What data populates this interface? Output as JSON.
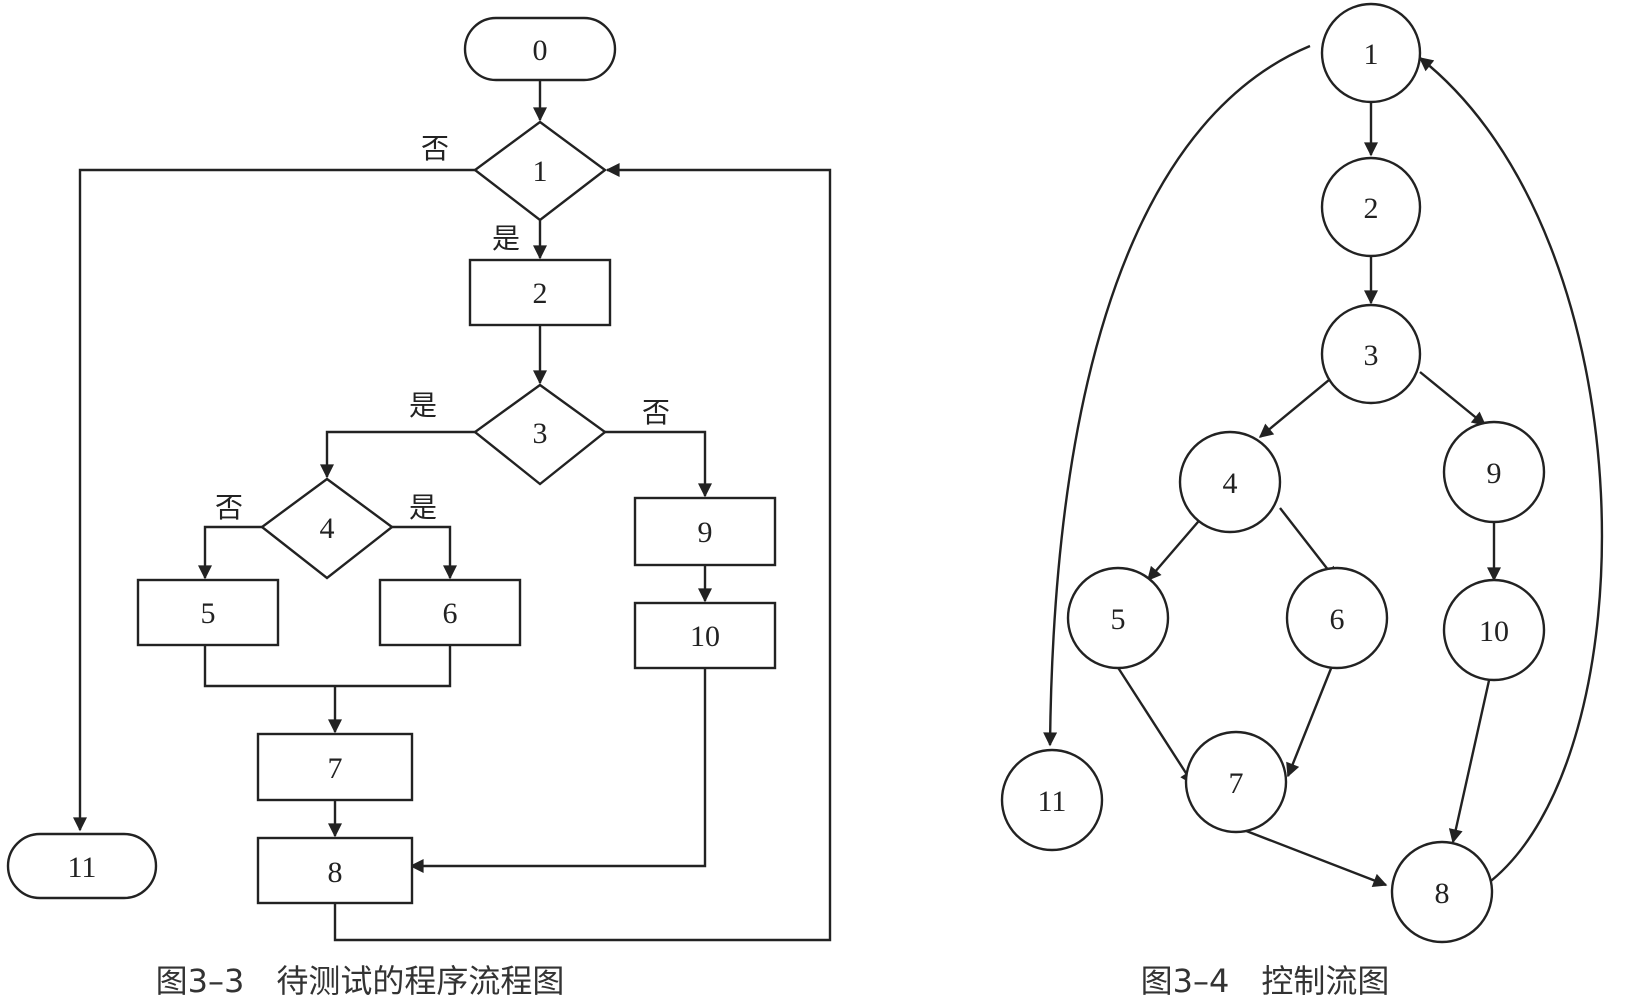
{
  "flowchart": {
    "caption": "图3–3　待测试的程序流程图",
    "nodes": {
      "n0": "0",
      "n1": "1",
      "n2": "2",
      "n3": "3",
      "n4": "4",
      "n5": "5",
      "n6": "6",
      "n7": "7",
      "n8": "8",
      "n9": "9",
      "n10": "10",
      "n11": "11"
    },
    "labels": {
      "d1_no": "否",
      "d1_yes": "是",
      "d3_yes": "是",
      "d3_no": "否",
      "d4_no": "否",
      "d4_yes": "是"
    }
  },
  "control_graph": {
    "caption": "图3–4　控制流图",
    "nodes": {
      "c1": "1",
      "c2": "2",
      "c3": "3",
      "c4": "4",
      "c5": "5",
      "c6": "6",
      "c7": "7",
      "c8": "8",
      "c9": "9",
      "c10": "10",
      "c11": "11"
    }
  }
}
